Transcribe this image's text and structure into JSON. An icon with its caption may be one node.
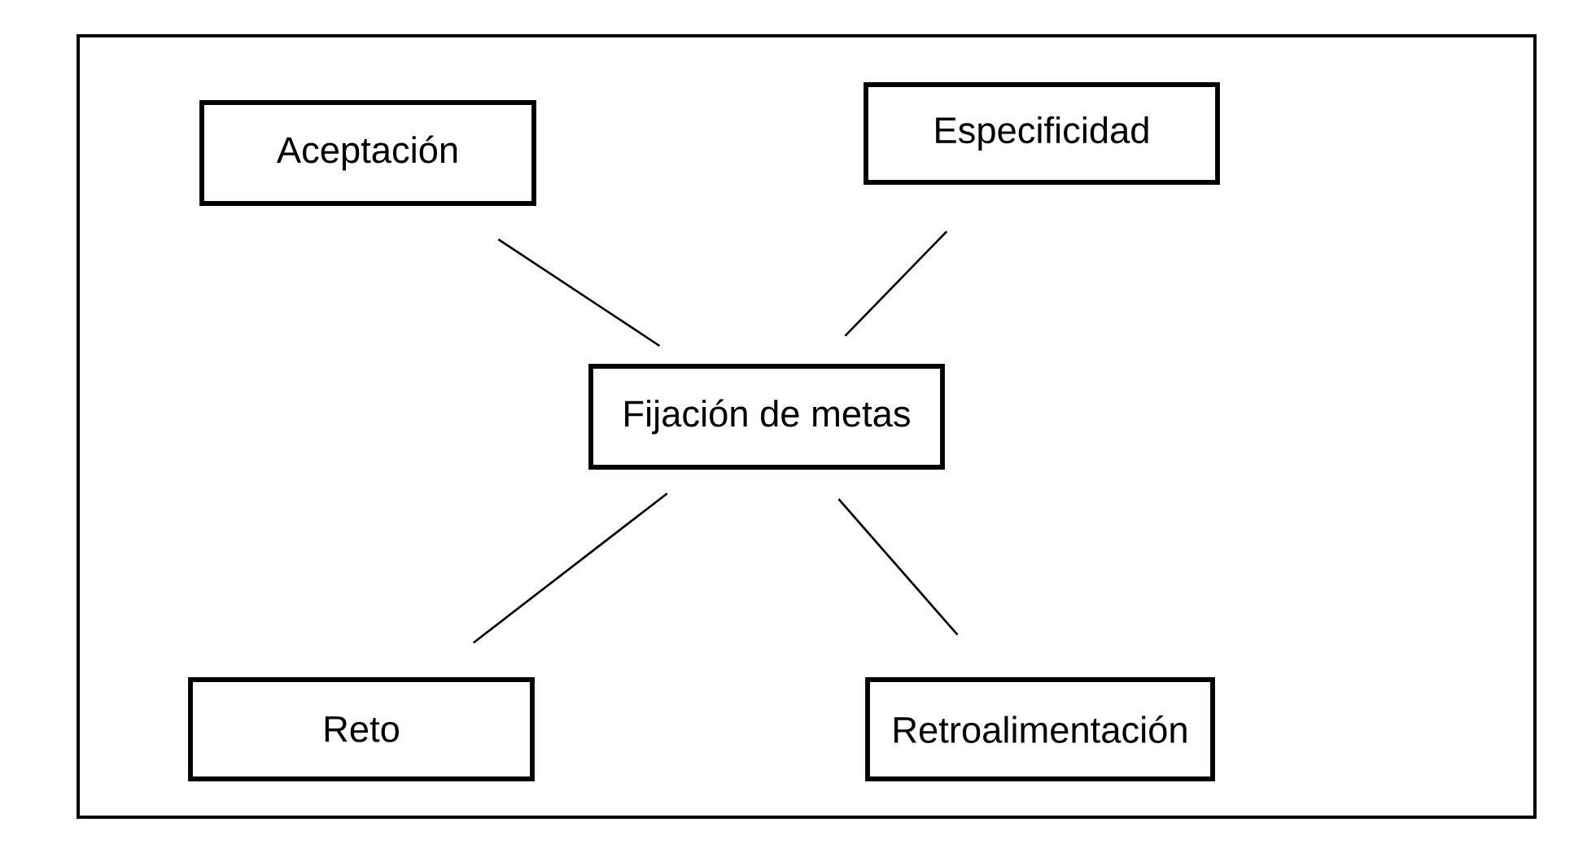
{
  "diagram": {
    "nodes": [
      {
        "text": [
          "Aceptación"
        ]
      },
      {
        "text": [
          "Especificidad"
        ]
      },
      {
        "text": [
          "Fijación de metas"
        ]
      },
      {
        "text": [
          "Reto"
        ]
      },
      {
        "text": [
          "Retroalimentación"
        ]
      }
    ],
    "edges": [
      {
        "from": 0,
        "to": 2,
        "arrow": "none"
      },
      {
        "from": 1,
        "to": 2,
        "arrow": "none"
      },
      {
        "from": 3,
        "to": 2,
        "arrow": "none"
      },
      {
        "from": 4,
        "to": 2,
        "arrow": "none"
      }
    ]
  }
}
